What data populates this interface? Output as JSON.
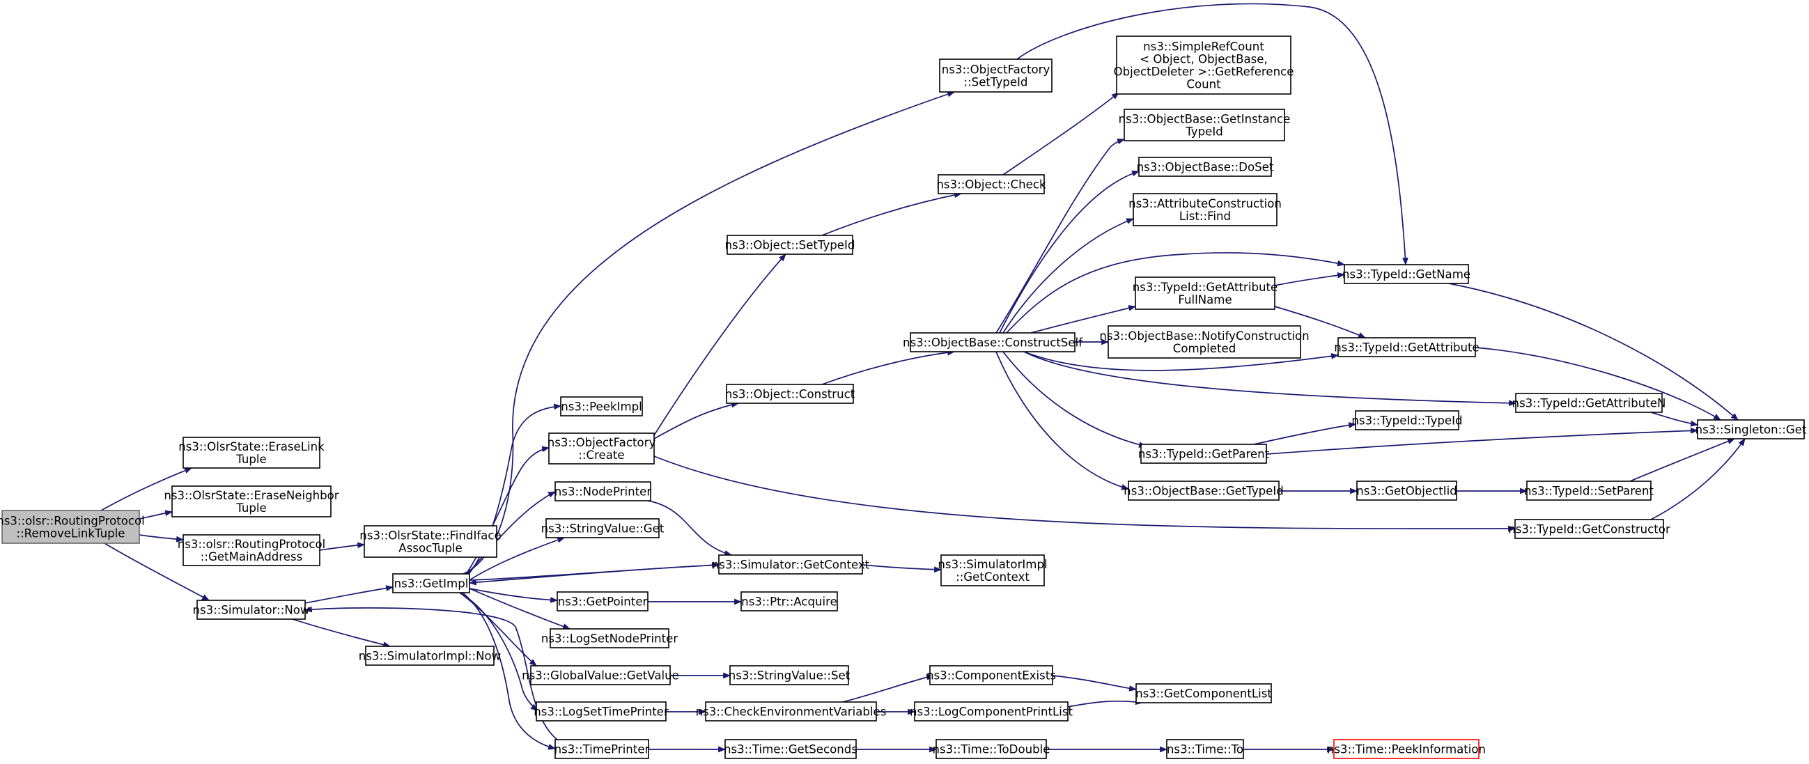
{
  "diagram": {
    "title": "",
    "colors": {
      "edge": "#191970",
      "root_fill": "#bfbfbf",
      "node_border": "#000000",
      "external_border": "#ff0000"
    },
    "nodes": [
      {
        "id": "root",
        "lines": [
          "ns3::olsr::RoutingProtocol",
          "::RemoveLinkTuple"
        ],
        "kind": "root"
      },
      {
        "id": "eraseLinkTuple",
        "lines": [
          "ns3::OlsrState::EraseLink",
          "Tuple"
        ]
      },
      {
        "id": "eraseNeighborTuple",
        "lines": [
          "ns3::OlsrState::EraseNeighbor",
          "Tuple"
        ]
      },
      {
        "id": "getMainAddress",
        "lines": [
          "ns3::olsr::RoutingProtocol",
          "::GetMainAddress"
        ]
      },
      {
        "id": "findIfaceAssocTuple",
        "lines": [
          "ns3::OlsrState::FindIface",
          "AssocTuple"
        ]
      },
      {
        "id": "simNow",
        "lines": [
          "ns3::Simulator::Now"
        ]
      },
      {
        "id": "simImplNow",
        "lines": [
          "ns3::SimulatorImpl::Now"
        ]
      },
      {
        "id": "getImpl",
        "lines": [
          "ns3::GetImpl"
        ]
      },
      {
        "id": "peekImpl",
        "lines": [
          "ns3::PeekImpl"
        ]
      },
      {
        "id": "ofCreate",
        "lines": [
          "ns3::ObjectFactory",
          "::Create"
        ]
      },
      {
        "id": "nodePrinter",
        "lines": [
          "ns3::NodePrinter"
        ]
      },
      {
        "id": "stringValueGet",
        "lines": [
          "ns3::StringValue::Get"
        ]
      },
      {
        "id": "getPointer",
        "lines": [
          "ns3::GetPointer"
        ]
      },
      {
        "id": "logSetNodePrinter",
        "lines": [
          "ns3::LogSetNodePrinter"
        ]
      },
      {
        "id": "globalValueGetValue",
        "lines": [
          "ns3::GlobalValue::GetValue"
        ]
      },
      {
        "id": "logSetTimePrinter",
        "lines": [
          "ns3::LogSetTimePrinter"
        ]
      },
      {
        "id": "timePrinter",
        "lines": [
          "ns3::TimePrinter"
        ]
      },
      {
        "id": "ofSetTypeId",
        "lines": [
          "ns3::ObjectFactory",
          "::SetTypeId"
        ]
      },
      {
        "id": "objCheck",
        "lines": [
          "ns3::Object::Check"
        ]
      },
      {
        "id": "objSetTypeId",
        "lines": [
          "ns3::Object::SetTypeId"
        ]
      },
      {
        "id": "objConstruct",
        "lines": [
          "ns3::Object::Construct"
        ]
      },
      {
        "id": "simGetContext",
        "lines": [
          "ns3::Simulator::GetContext"
        ]
      },
      {
        "id": "ptrAcquire",
        "lines": [
          "ns3::Ptr::Acquire"
        ]
      },
      {
        "id": "stringValueSet",
        "lines": [
          "ns3::StringValue::Set"
        ]
      },
      {
        "id": "checkEnvVars",
        "lines": [
          "ns3::CheckEnvironmentVariables"
        ]
      },
      {
        "id": "timeGetSeconds",
        "lines": [
          "ns3::Time::GetSeconds"
        ]
      },
      {
        "id": "simImplGetContext",
        "lines": [
          "ns3::SimulatorImpl",
          "::GetContext"
        ]
      },
      {
        "id": "componentExists",
        "lines": [
          "ns3::ComponentExists"
        ]
      },
      {
        "id": "logComponentPrintList",
        "lines": [
          "ns3::LogComponentPrintList"
        ]
      },
      {
        "id": "timeToDouble",
        "lines": [
          "ns3::Time::ToDouble"
        ]
      },
      {
        "id": "obConstructSelf",
        "lines": [
          "ns3::ObjectBase::ConstructSelf"
        ]
      },
      {
        "id": "simpleRefCount",
        "lines": [
          "ns3::SimpleRefCount",
          "< Object, ObjectBase,",
          " ObjectDeleter >::GetReference",
          "Count"
        ]
      },
      {
        "id": "obGetInstanceTypeId",
        "lines": [
          "ns3::ObjectBase::GetInstance",
          "TypeId"
        ]
      },
      {
        "id": "obDoSet",
        "lines": [
          "ns3::ObjectBase::DoSet"
        ]
      },
      {
        "id": "attrConstructionListFind",
        "lines": [
          "ns3::AttributeConstruction",
          "List::Find"
        ]
      },
      {
        "id": "tidGetAttributeFullName",
        "lines": [
          "ns3::TypeId::GetAttribute",
          "FullName"
        ]
      },
      {
        "id": "obNotifyConstructionCompleted",
        "lines": [
          "ns3::ObjectBase::NotifyConstruction",
          "Completed"
        ]
      },
      {
        "id": "tidGetParent",
        "lines": [
          "ns3::TypeId::GetParent"
        ]
      },
      {
        "id": "obGetTypeId",
        "lines": [
          "ns3::ObjectBase::GetTypeId"
        ]
      },
      {
        "id": "getComponentList",
        "lines": [
          "ns3::GetComponentList"
        ]
      },
      {
        "id": "timeTo",
        "lines": [
          "ns3::Time::To"
        ]
      },
      {
        "id": "tidGetName",
        "lines": [
          "ns3::TypeId::GetName"
        ]
      },
      {
        "id": "tidGetAttribute",
        "lines": [
          "ns3::TypeId::GetAttribute"
        ]
      },
      {
        "id": "tidTypeId",
        "lines": [
          "ns3::TypeId::TypeId"
        ]
      },
      {
        "id": "getObjectIid",
        "lines": [
          "ns3::GetObjectIid"
        ]
      },
      {
        "id": "timePeekInformation",
        "lines": [
          "ns3::Time::PeekInformation"
        ],
        "kind": "external"
      },
      {
        "id": "tidGetAttributeN",
        "lines": [
          "ns3::TypeId::GetAttributeN"
        ]
      },
      {
        "id": "tidSetParent",
        "lines": [
          "ns3::TypeId::SetParent"
        ]
      },
      {
        "id": "tidGetConstructor",
        "lines": [
          "ns3::TypeId::GetConstructor"
        ]
      },
      {
        "id": "singletonGet",
        "lines": [
          "ns3::Singleton::Get"
        ]
      }
    ],
    "edges": [
      [
        "root",
        "eraseLinkTuple"
      ],
      [
        "root",
        "eraseNeighborTuple"
      ],
      [
        "root",
        "getMainAddress"
      ],
      [
        "root",
        "simNow"
      ],
      [
        "getMainAddress",
        "findIfaceAssocTuple"
      ],
      [
        "simNow",
        "getImpl"
      ],
      [
        "simNow",
        "simImplNow"
      ],
      [
        "getImpl",
        "peekImpl"
      ],
      [
        "getImpl",
        "ofCreate"
      ],
      [
        "getImpl",
        "nodePrinter"
      ],
      [
        "getImpl",
        "stringValueGet"
      ],
      [
        "getImpl",
        "getPointer"
      ],
      [
        "getImpl",
        "logSetNodePrinter"
      ],
      [
        "getImpl",
        "globalValueGetValue"
      ],
      [
        "getImpl",
        "logSetTimePrinter"
      ],
      [
        "getImpl",
        "timePrinter"
      ],
      [
        "getImpl",
        "ofSetTypeId"
      ],
      [
        "getImpl",
        "simGetContext"
      ],
      [
        "ofCreate",
        "objSetTypeId"
      ],
      [
        "ofCreate",
        "objConstruct"
      ],
      [
        "ofCreate",
        "tidGetConstructor"
      ],
      [
        "objSetTypeId",
        "objCheck"
      ],
      [
        "objCheck",
        "simpleRefCount"
      ],
      [
        "objConstruct",
        "obConstructSelf"
      ],
      [
        "nodePrinter",
        "simGetContext"
      ],
      [
        "simGetContext",
        "getImpl"
      ],
      [
        "simGetContext",
        "simImplGetContext"
      ],
      [
        "getPointer",
        "ptrAcquire"
      ],
      [
        "globalValueGetValue",
        "stringValueSet"
      ],
      [
        "logSetTimePrinter",
        "checkEnvVars"
      ],
      [
        "checkEnvVars",
        "componentExists"
      ],
      [
        "checkEnvVars",
        "logComponentPrintList"
      ],
      [
        "componentExists",
        "getComponentList"
      ],
      [
        "logComponentPrintList",
        "getComponentList"
      ],
      [
        "timePrinter",
        "simNow"
      ],
      [
        "timePrinter",
        "timeGetSeconds"
      ],
      [
        "timeGetSeconds",
        "timeToDouble"
      ],
      [
        "timeToDouble",
        "timeTo"
      ],
      [
        "timeTo",
        "timePeekInformation"
      ],
      [
        "ofSetTypeId",
        "tidGetName"
      ],
      [
        "obConstructSelf",
        "obGetInstanceTypeId"
      ],
      [
        "obConstructSelf",
        "obDoSet"
      ],
      [
        "obConstructSelf",
        "attrConstructionListFind"
      ],
      [
        "obConstructSelf",
        "tidGetName"
      ],
      [
        "obConstructSelf",
        "tidGetAttributeFullName"
      ],
      [
        "obConstructSelf",
        "obNotifyConstructionCompleted"
      ],
      [
        "obConstructSelf",
        "tidGetAttribute"
      ],
      [
        "obConstructSelf",
        "tidGetAttributeN"
      ],
      [
        "obConstructSelf",
        "tidGetParent"
      ],
      [
        "obConstructSelf",
        "obGetTypeId"
      ],
      [
        "tidGetAttributeFullName",
        "tidGetName"
      ],
      [
        "tidGetAttributeFullName",
        "tidGetAttribute"
      ],
      [
        "tidGetName",
        "singletonGet"
      ],
      [
        "tidGetAttribute",
        "singletonGet"
      ],
      [
        "tidGetAttributeN",
        "singletonGet"
      ],
      [
        "tidGetParent",
        "tidTypeId"
      ],
      [
        "tidGetParent",
        "singletonGet"
      ],
      [
        "obGetTypeId",
        "getObjectIid"
      ],
      [
        "getObjectIid",
        "tidSetParent"
      ],
      [
        "tidSetParent",
        "singletonGet"
      ],
      [
        "tidGetConstructor",
        "singletonGet"
      ]
    ]
  }
}
